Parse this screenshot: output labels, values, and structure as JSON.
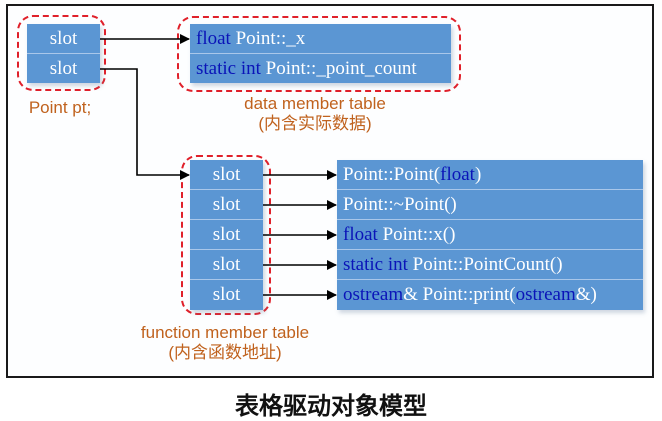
{
  "object": {
    "slots": [
      "slot",
      "slot"
    ],
    "label": "Point pt;"
  },
  "data_member_table": {
    "rows": [
      {
        "type": "float",
        "name": "Point::_x"
      },
      {
        "type": "static int",
        "name": "Point::_point_count"
      }
    ],
    "label_line1": "data member table",
    "label_line2": "(内含实际数据)"
  },
  "function_member_table": {
    "slots": [
      "slot",
      "slot",
      "slot",
      "slot",
      "slot"
    ],
    "label_line1": "function member table",
    "label_line2": "(内含函数地址)"
  },
  "functions": [
    {
      "parts": [
        {
          "t": "Point::Point(",
          "kw": false
        },
        {
          "t": "float",
          "kw": true
        },
        {
          "t": ")",
          "kw": false
        }
      ]
    },
    {
      "parts": [
        {
          "t": "Point::~Point()",
          "kw": false
        }
      ]
    },
    {
      "parts": [
        {
          "t": "float",
          "kw": true
        },
        {
          "t": " Point::x()",
          "kw": false
        }
      ]
    },
    {
      "parts": [
        {
          "t": "static int",
          "kw": true
        },
        {
          "t": " Point::PointCount()",
          "kw": false
        }
      ]
    },
    {
      "parts": [
        {
          "t": "ostream",
          "kw": true
        },
        {
          "t": "& Point::print(",
          "kw": false
        },
        {
          "t": "ostream",
          "kw": true
        },
        {
          "t": "&)",
          "kw": false
        }
      ]
    }
  ],
  "caption": "表格驱动对象模型",
  "colors": {
    "cell_fill": "#5b96d3",
    "keyword": "#0a14b8",
    "dashed_outline": "#e0202a",
    "label_text": "#c0621e"
  }
}
